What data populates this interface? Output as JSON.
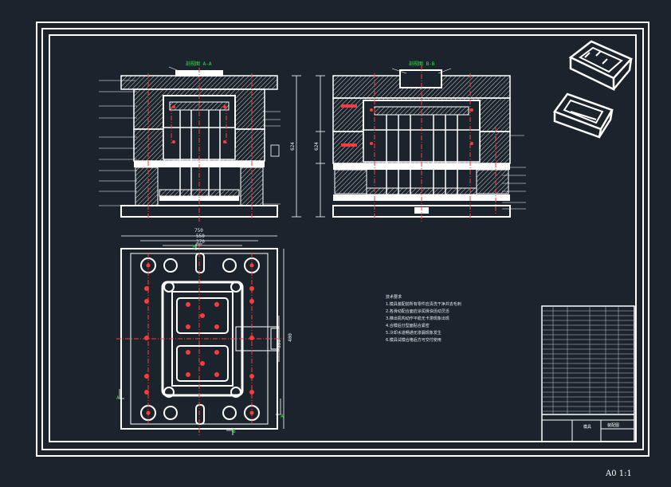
{
  "drawing": {
    "section_a_title": "剖视图 A-A",
    "section_b_title": "剖视图 B-B",
    "scale_label": "A0  1:1",
    "section_markers": [
      "A",
      "A",
      "B",
      "B"
    ],
    "plan_dimensions": [
      "750",
      "550",
      "370",
      "400",
      "350"
    ],
    "side_dimension_a": "624",
    "side_dimension_b": "624",
    "tech_notes_heading": "技术要求",
    "tech_notes": [
      "1.模具装配前所有零件应清洗干净并去毛刺",
      "2.各滑动配合面应涂润滑油活动灵活",
      "3.推出机构动作平稳无卡滞现象出现",
      "4.合模后分型面贴合紧密",
      "5.冷却水道畅通无渗漏现象发生",
      "6.模具试模合格后方可交付使用"
    ],
    "title_block": {
      "part_name": "模具",
      "drawing_no": "装配图"
    }
  },
  "colors": {
    "background": "#1b242c",
    "lines": "#ffffff",
    "center_lines": "#ff3a3a",
    "hatch": "#c8c8c8",
    "labels": "#34e34a"
  }
}
